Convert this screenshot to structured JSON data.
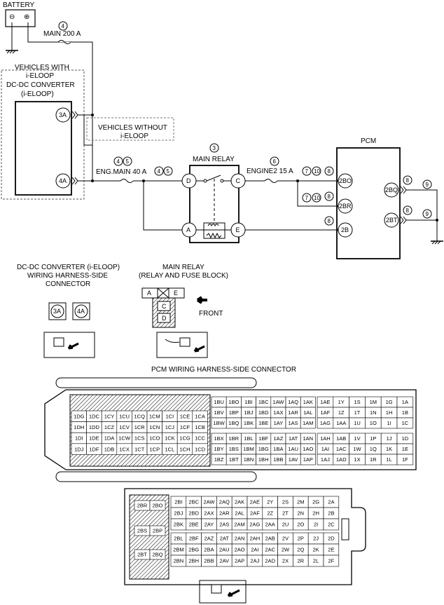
{
  "battery": {
    "title": "BATTERY",
    "neg": "⊖",
    "pos": "⊕"
  },
  "fuses": {
    "main": {
      "num": "4",
      "label": "MAIN 200 A"
    },
    "eng_main": {
      "nums": [
        "4",
        "5"
      ],
      "label": "ENG.MAIN 40 A",
      "after": [
        "4",
        "5"
      ]
    },
    "engine2": {
      "num": "6",
      "label": "ENGINE2 15 A"
    }
  },
  "dcdc": {
    "vehicles_with": "VEHICLES WITH",
    "ieloop": "i-ELOOP",
    "title1": "DC-DC CONVERTER",
    "title2": "(i-ELOOP)",
    "pin_3a": "3A",
    "pin_4a": "4A"
  },
  "without": {
    "line1": "VEHICLES WITHOUT",
    "line2": "i-ELOOP"
  },
  "main_relay": {
    "num": "3",
    "label": "MAIN RELAY",
    "pins": {
      "d": "D",
      "c": "C",
      "a": "A",
      "e": "E"
    }
  },
  "pcm": {
    "title": "PCM",
    "pins": {
      "bo": "2BO",
      "br": "2BR",
      "b": "2B",
      "bq": "2BQ",
      "bt": "2BT"
    },
    "marks": {
      "n7": "7",
      "n8": "8",
      "n9": "9",
      "n10": "10"
    }
  },
  "connectors": {
    "dcdc_title": [
      "DC-DC CONVERTER (i-ELOOP)",
      "WIRING HARNESS-SIDE",
      "CONNECTOR"
    ],
    "dcdc_pins": [
      "3A",
      "4A"
    ],
    "relay_title": [
      "MAIN RELAY",
      "(RELAY AND FUSE BLOCK)"
    ],
    "relay_cells": {
      "a": "A",
      "e": "E",
      "c": "C",
      "d": "D"
    },
    "front": "FRONT",
    "pcm_title": "PCM WIRING HARNESS-SIDE CONNECTOR"
  },
  "pcm_connector_1": {
    "left_rows": [
      [
        "1DG",
        "1DC",
        "1CY",
        "1CU",
        "1CQ",
        "1CM",
        "1CI",
        "1CE",
        "1CA"
      ],
      [
        "1DH",
        "1DD",
        "1CZ",
        "1CV",
        "1CR",
        "1CN",
        "1CJ",
        "1CF",
        "1CB"
      ],
      [
        "1DI",
        "1DE",
        "1DA",
        "1CW",
        "1CS",
        "1CO",
        "1CK",
        "1CG",
        "1CC"
      ],
      [
        "1DJ",
        "1DF",
        "1DB",
        "1CX",
        "1CT",
        "1CP",
        "1CL",
        "1CH",
        "1CD"
      ]
    ],
    "mid_top": [
      [
        "1BU",
        "1BO",
        "1BI",
        "1BC",
        "1AW",
        "1AQ",
        "1AK"
      ],
      [
        "1BV",
        "1BP",
        "1BJ",
        "1BD",
        "1AX",
        "1AR",
        "1AL"
      ],
      [
        "1BW",
        "1BQ",
        "1BK",
        "1BE",
        "1AY",
        "1AS",
        "1AM"
      ]
    ],
    "mid_bot": [
      [
        "1BX",
        "1BR",
        "1BL",
        "1BF",
        "1AZ",
        "1AT",
        "1AN"
      ],
      [
        "1BY",
        "1BS",
        "1BM",
        "1BG",
        "1BA",
        "1AU",
        "1AO"
      ],
      [
        "1BZ",
        "1BT",
        "1BN",
        "1BH",
        "1BB",
        "1AV",
        "1AP"
      ]
    ],
    "right_top": [
      [
        "1AE",
        "1Y",
        "1S",
        "1M",
        "1G",
        "1A"
      ],
      [
        "1AF",
        "1Z",
        "1T",
        "1N",
        "1H",
        "1B"
      ],
      [
        "1AG",
        "1AA",
        "1U",
        "1O",
        "1I",
        "1C"
      ]
    ],
    "right_bot": [
      [
        "1AH",
        "1AB",
        "1V",
        "1P",
        "1J",
        "1D"
      ],
      [
        "1AI",
        "1AC",
        "1W",
        "1Q",
        "1K",
        "1E"
      ],
      [
        "1AJ",
        "1AD",
        "1X",
        "1R",
        "1L",
        "1F"
      ]
    ]
  },
  "pcm_connector_2": {
    "side_top": [
      "2BR",
      "2BO"
    ],
    "side_mid": [
      "2BS",
      "2BP"
    ],
    "side_bot": [
      "2BT",
      "2BQ"
    ],
    "rows_top": [
      [
        "2BI",
        "2BC",
        "2AW",
        "2AQ",
        "2AK",
        "2AE",
        "2Y",
        "2S",
        "2M",
        "2G",
        "2A"
      ],
      [
        "2BJ",
        "2BD",
        "2AX",
        "2AR",
        "2AL",
        "2AF",
        "2Z",
        "2T",
        "2N",
        "2H",
        "2B"
      ],
      [
        "2BK",
        "2BE",
        "2AY",
        "2AS",
        "2AM",
        "2AG",
        "2AA",
        "2U",
        "2O",
        "2I",
        "2C"
      ]
    ],
    "rows_bot": [
      [
        "2BL",
        "2BF",
        "2AZ",
        "2AT",
        "2AN",
        "2AH",
        "2AB",
        "2V",
        "2P",
        "2J",
        "2D"
      ],
      [
        "2BM",
        "2BG",
        "2BA",
        "2AU",
        "2AO",
        "2AI",
        "2AC",
        "2W",
        "2Q",
        "2K",
        "2E"
      ],
      [
        "2BN",
        "2BH",
        "2BB",
        "2AV",
        "2AP",
        "2AJ",
        "2AD",
        "2X",
        "2R",
        "2L",
        "2F"
      ]
    ]
  }
}
